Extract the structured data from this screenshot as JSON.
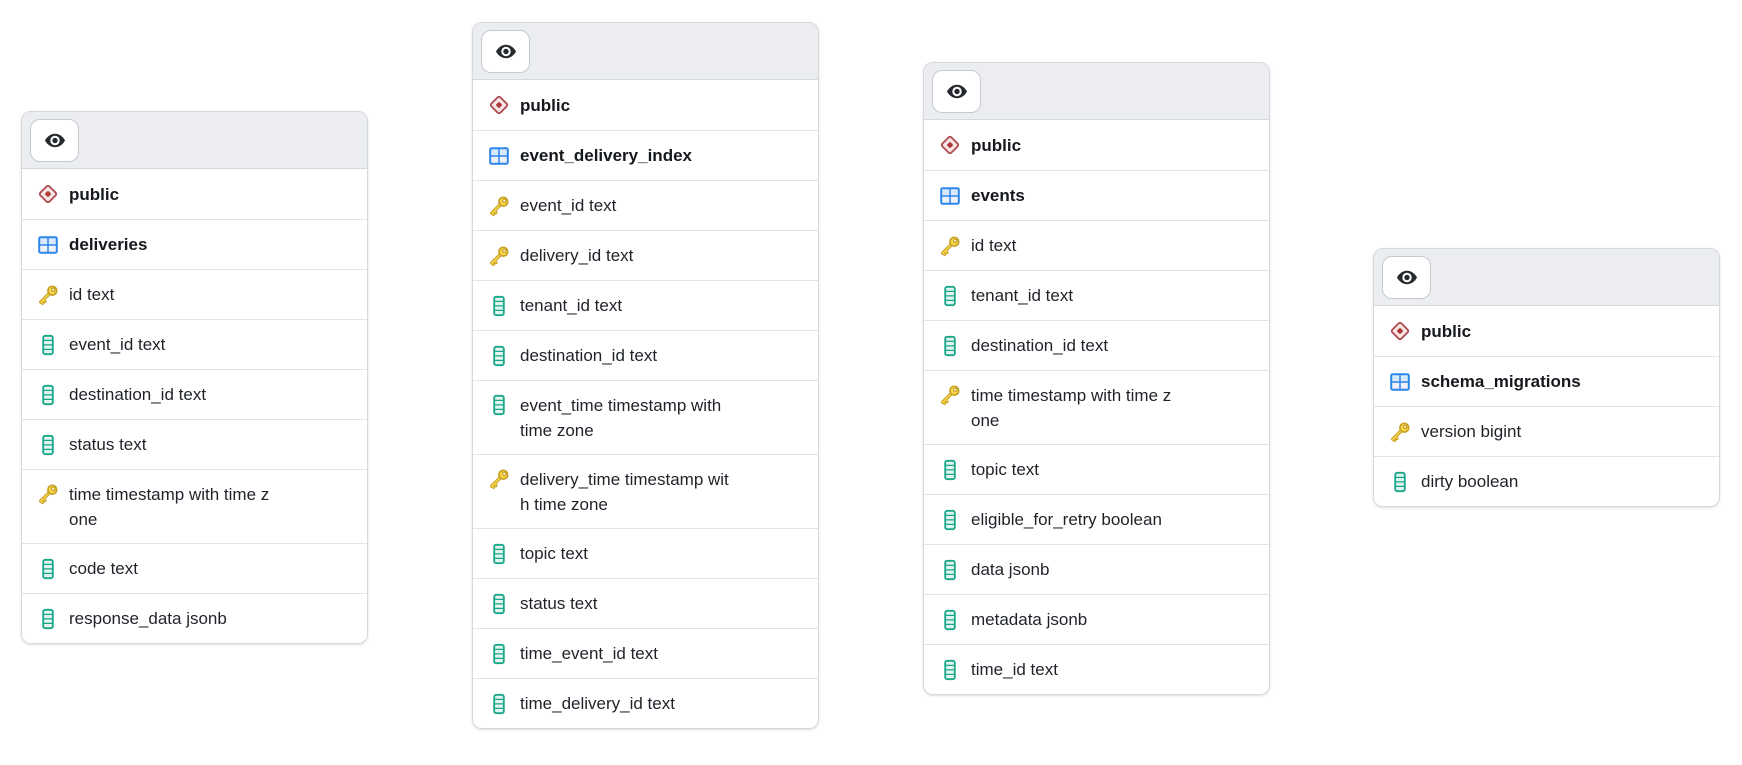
{
  "diagram": {
    "tool": "database-schema-diagram",
    "tables": [
      {
        "schema": "public",
        "name": "deliveries",
        "columns": [
          {
            "label": "id text",
            "key": true
          },
          {
            "label": "event_id text",
            "key": false
          },
          {
            "label": "destination_id text",
            "key": false
          },
          {
            "label": "status text",
            "key": false
          },
          {
            "label": "time timestamp with time zone",
            "key": true
          },
          {
            "label": "code text",
            "key": false
          },
          {
            "label": "response_data jsonb",
            "key": false
          }
        ]
      },
      {
        "schema": "public",
        "name": "event_delivery_index",
        "columns": [
          {
            "label": "event_id text",
            "key": true
          },
          {
            "label": "delivery_id text",
            "key": true
          },
          {
            "label": "tenant_id text",
            "key": false
          },
          {
            "label": "destination_id text",
            "key": false
          },
          {
            "label": "event_time timestamp with time zone",
            "key": false
          },
          {
            "label": "delivery_time timestamp with time zone",
            "key": true
          },
          {
            "label": "topic text",
            "key": false
          },
          {
            "label": "status text",
            "key": false
          },
          {
            "label": "time_event_id text",
            "key": false
          },
          {
            "label": "time_delivery_id text",
            "key": false
          }
        ]
      },
      {
        "schema": "public",
        "name": "events",
        "columns": [
          {
            "label": "id text",
            "key": true
          },
          {
            "label": "tenant_id text",
            "key": false
          },
          {
            "label": "destination_id text",
            "key": false
          },
          {
            "label": "time timestamp with time zone",
            "key": true
          },
          {
            "label": "topic text",
            "key": false
          },
          {
            "label": "eligible_for_retry boolean",
            "key": false
          },
          {
            "label": "data jsonb",
            "key": false
          },
          {
            "label": "metadata jsonb",
            "key": false
          },
          {
            "label": "time_id text",
            "key": false
          }
        ]
      },
      {
        "schema": "public",
        "name": "schema_migrations",
        "columns": [
          {
            "label": "version bigint",
            "key": true
          },
          {
            "label": "dirty boolean",
            "key": false
          }
        ]
      }
    ],
    "icons": {
      "header_button": "eye-icon (visibility toggle)",
      "schema_row": "red-diamond-icon",
      "table_row": "blue-table-grid-icon",
      "primary_key": "gold-key-icon",
      "column": "teal-column-icon"
    },
    "colors": {
      "card_border": "#d5d9de",
      "header_bg": "#ebedf0",
      "row_divider": "#e0e3e7",
      "text": "#1f2329",
      "eye": "#26292e",
      "schema_red": "#ad4a4f",
      "table_blue": "#2f86eb",
      "key_gold_fill": "#f6d74c",
      "key_gold_stroke": "#c79f24",
      "column_teal": "#17a689"
    }
  }
}
